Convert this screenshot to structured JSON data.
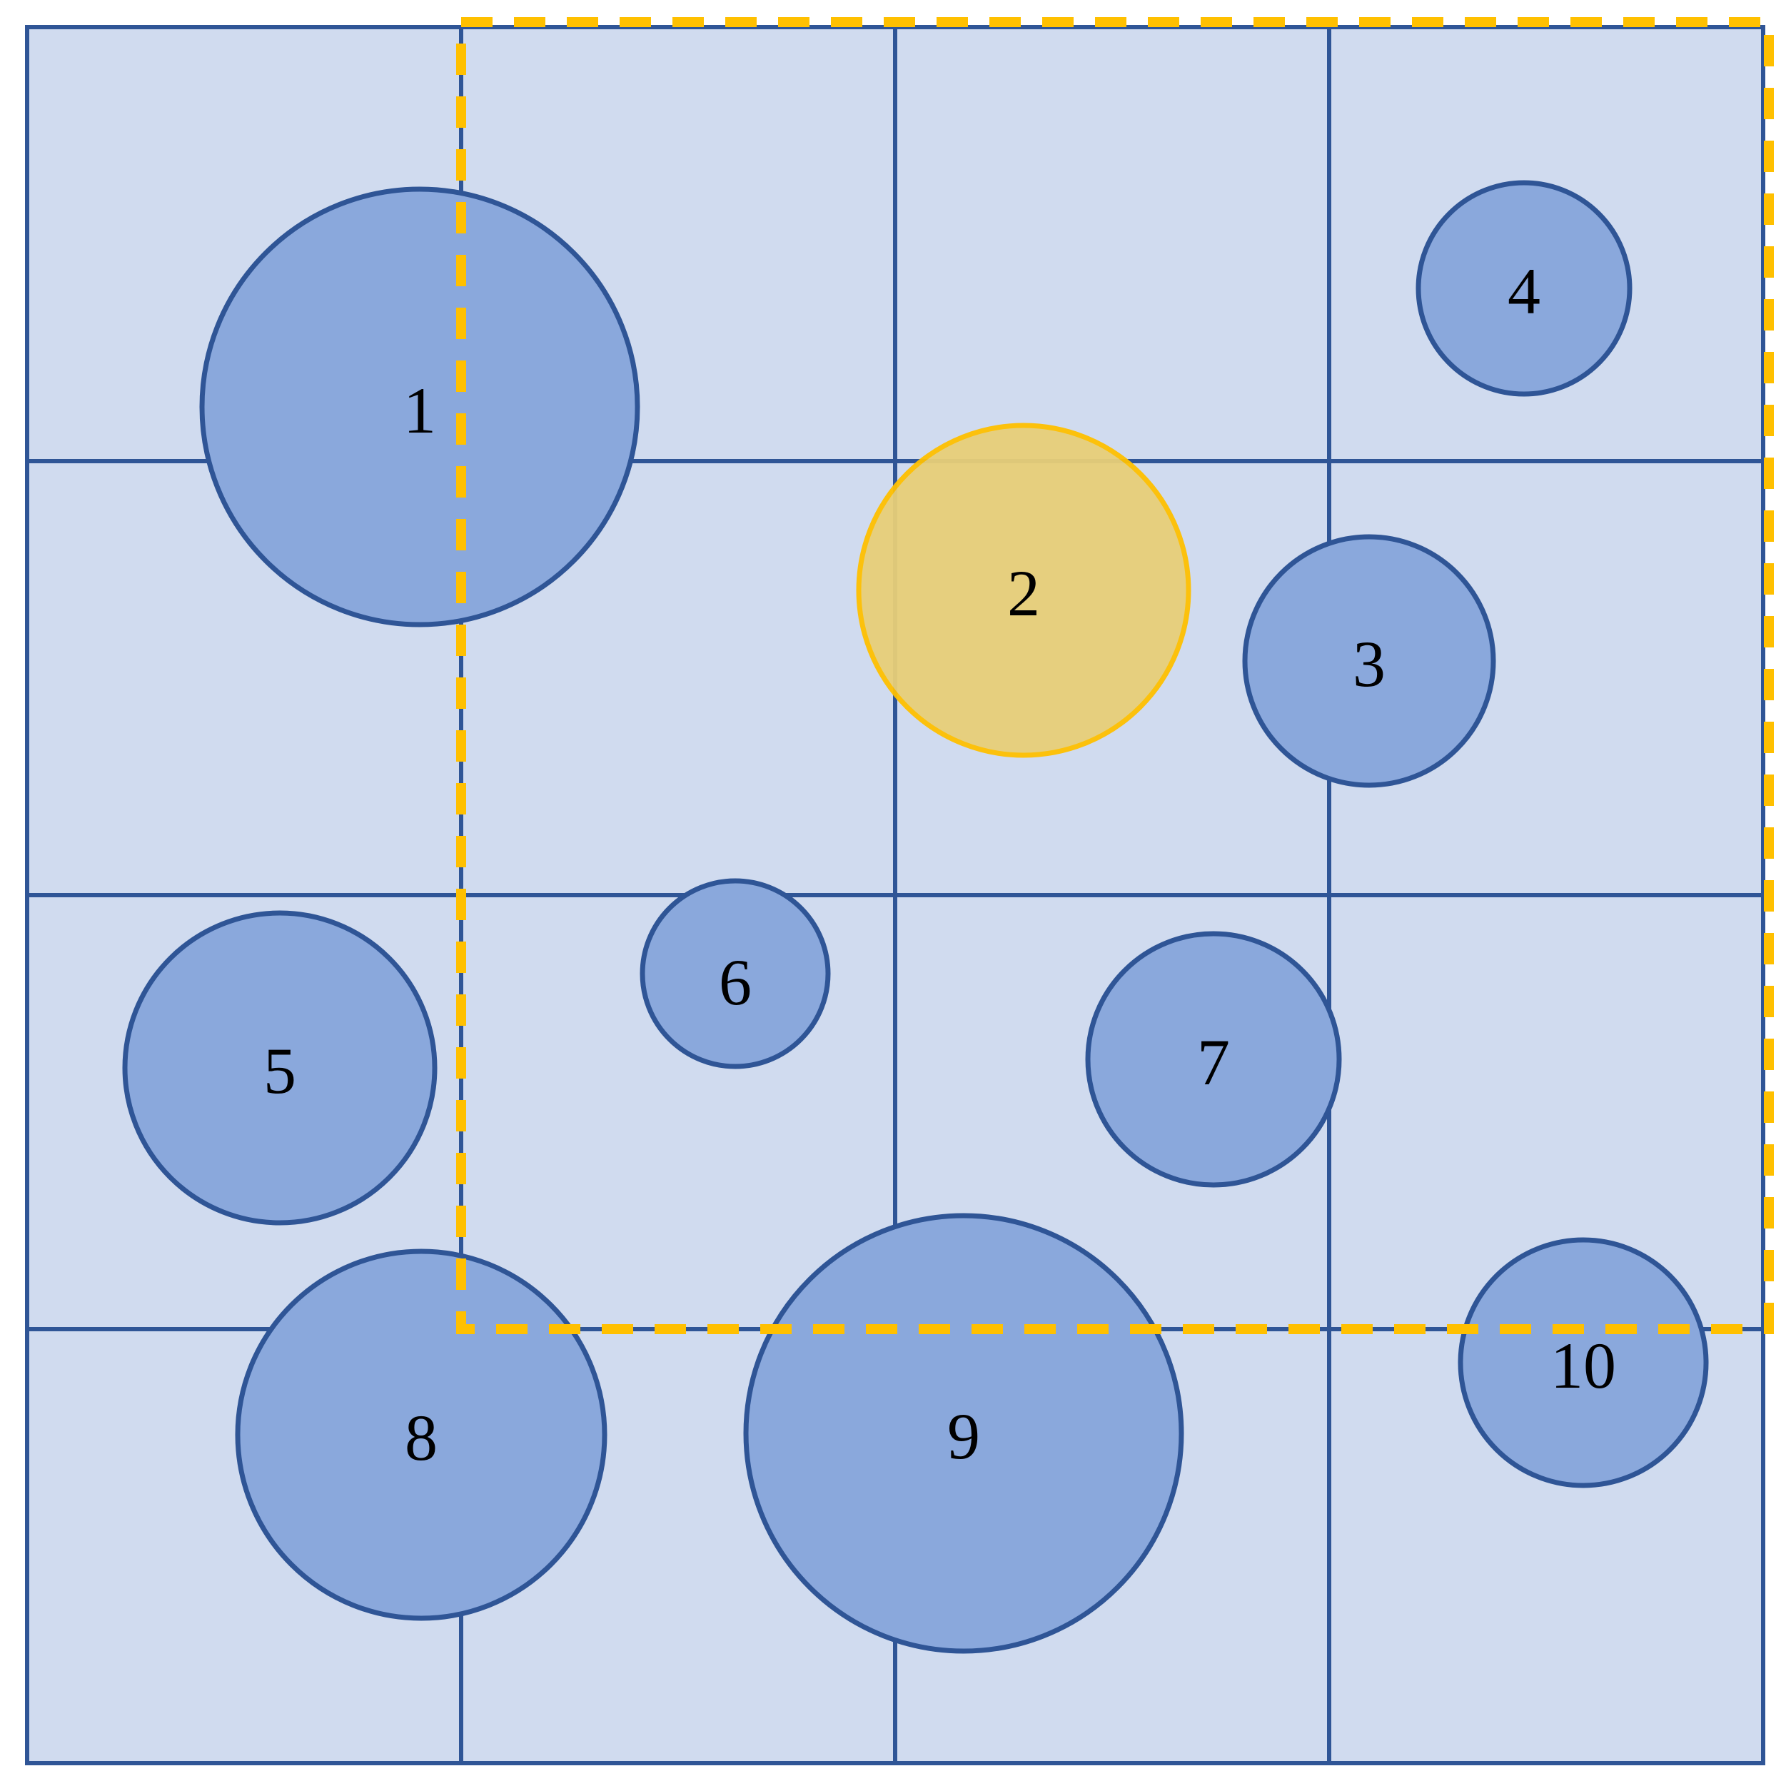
{
  "grid": {
    "rows": 4,
    "cols": 4
  },
  "colors": {
    "cell_fill": "#d0dbef",
    "grid_stroke": "#2f5596",
    "circle_fill": "#8aa8dc",
    "highlight_fill": "#e8cf78",
    "highlight_stroke": "#ffc000"
  },
  "circles": [
    {
      "label": "1",
      "highlighted": false
    },
    {
      "label": "2",
      "highlighted": true
    },
    {
      "label": "3",
      "highlighted": false
    },
    {
      "label": "4",
      "highlighted": false
    },
    {
      "label": "5",
      "highlighted": false
    },
    {
      "label": "6",
      "highlighted": false
    },
    {
      "label": "7",
      "highlighted": false
    },
    {
      "label": "8",
      "highlighted": false
    },
    {
      "label": "9",
      "highlighted": false
    },
    {
      "label": "10",
      "highlighted": false
    }
  ]
}
